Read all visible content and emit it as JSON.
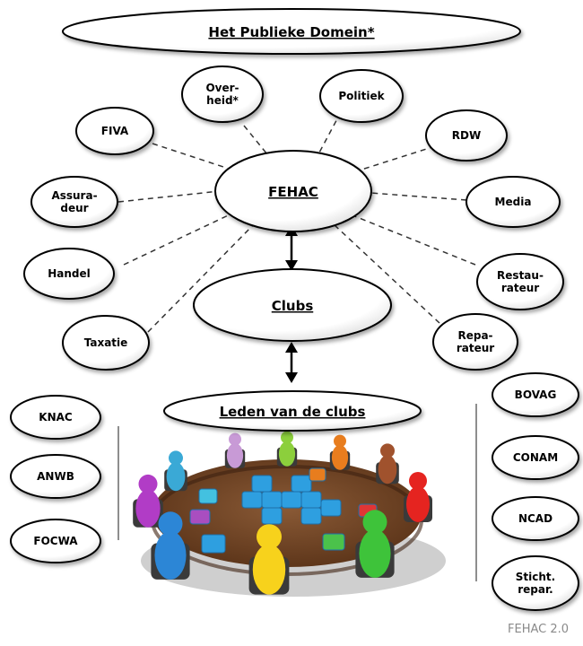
{
  "title": "Het Publieke Domein*",
  "center": "FEHAC",
  "clubs": "Clubs",
  "members": "Leden van de clubs",
  "left_nodes": [
    {
      "lines": [
        "FIVA"
      ]
    },
    {
      "lines": [
        "Assura-",
        "deur"
      ]
    },
    {
      "lines": [
        "Handel"
      ]
    },
    {
      "lines": [
        "Taxatie"
      ]
    }
  ],
  "right_nodes": [
    {
      "lines": [
        "RDW"
      ]
    },
    {
      "lines": [
        "Media"
      ]
    },
    {
      "lines": [
        "Restau-",
        "rateur"
      ]
    },
    {
      "lines": [
        "Repa-",
        "rateur"
      ]
    }
  ],
  "top_nodes": [
    {
      "lines": [
        "Over-",
        "heid*"
      ]
    },
    {
      "lines": [
        "Politiek"
      ]
    }
  ],
  "left_orgs": [
    "KNAC",
    "ANWB",
    "FOCWA"
  ],
  "right_orgs": [
    {
      "lines": [
        "BOVAG"
      ]
    },
    {
      "lines": [
        "CONAM"
      ]
    },
    {
      "lines": [
        "NCAD"
      ]
    },
    {
      "lines": [
        "Sticht.",
        "repar."
      ]
    }
  ],
  "footer": "FEHAC 2.0",
  "colors": {
    "figures": [
      "#b13cc6",
      "#3aa9d6",
      "#c89ad6",
      "#8ccf3c",
      "#e87d1e",
      "#a0522d",
      "#e52420",
      "#2c86d6",
      "#f7d21c",
      "#3ec33a"
    ],
    "puzzle": "#2e9fe0",
    "table": "#7a4a2a"
  }
}
